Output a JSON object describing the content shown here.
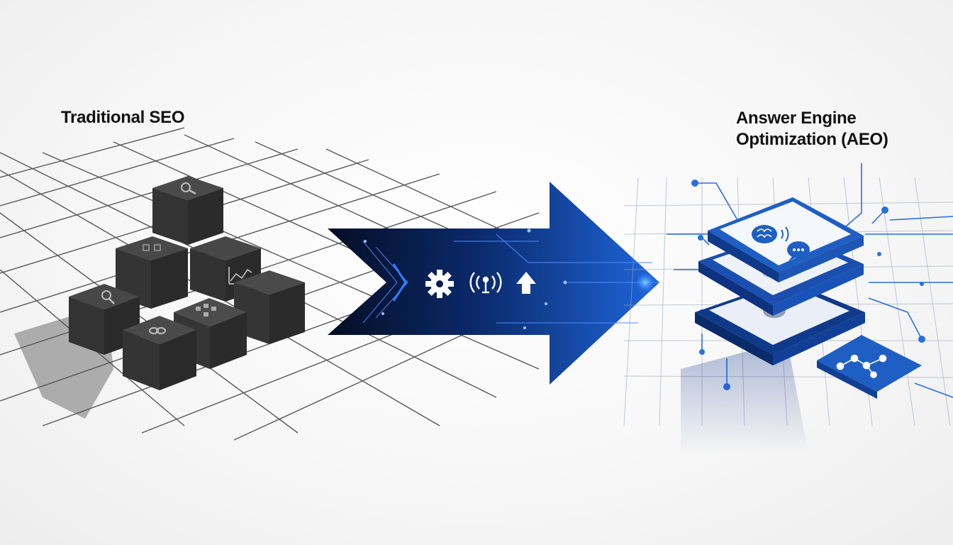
{
  "left_section": {
    "title": "Traditional SEO"
  },
  "right_section": {
    "title_line1": "Answer Engine",
    "title_line2": "Optimization (AEO)"
  },
  "icons": {
    "cubes": [
      "search-icon",
      "analytics-icon",
      "trend-chart-icon",
      "search-icon",
      "sitemap-icon",
      "link-icon"
    ],
    "arrow": [
      "gear-icon",
      "signal-tower-icon",
      "up-arrow-icon"
    ],
    "cards": [
      "brain-icon",
      "chat-bubble-icon",
      "network-graph-icon"
    ]
  },
  "colors": {
    "cube": "#3a3a3a",
    "arrow_dark": "#061433",
    "arrow_bright": "#1e63d6",
    "card_blue": "#1f5fc4"
  }
}
